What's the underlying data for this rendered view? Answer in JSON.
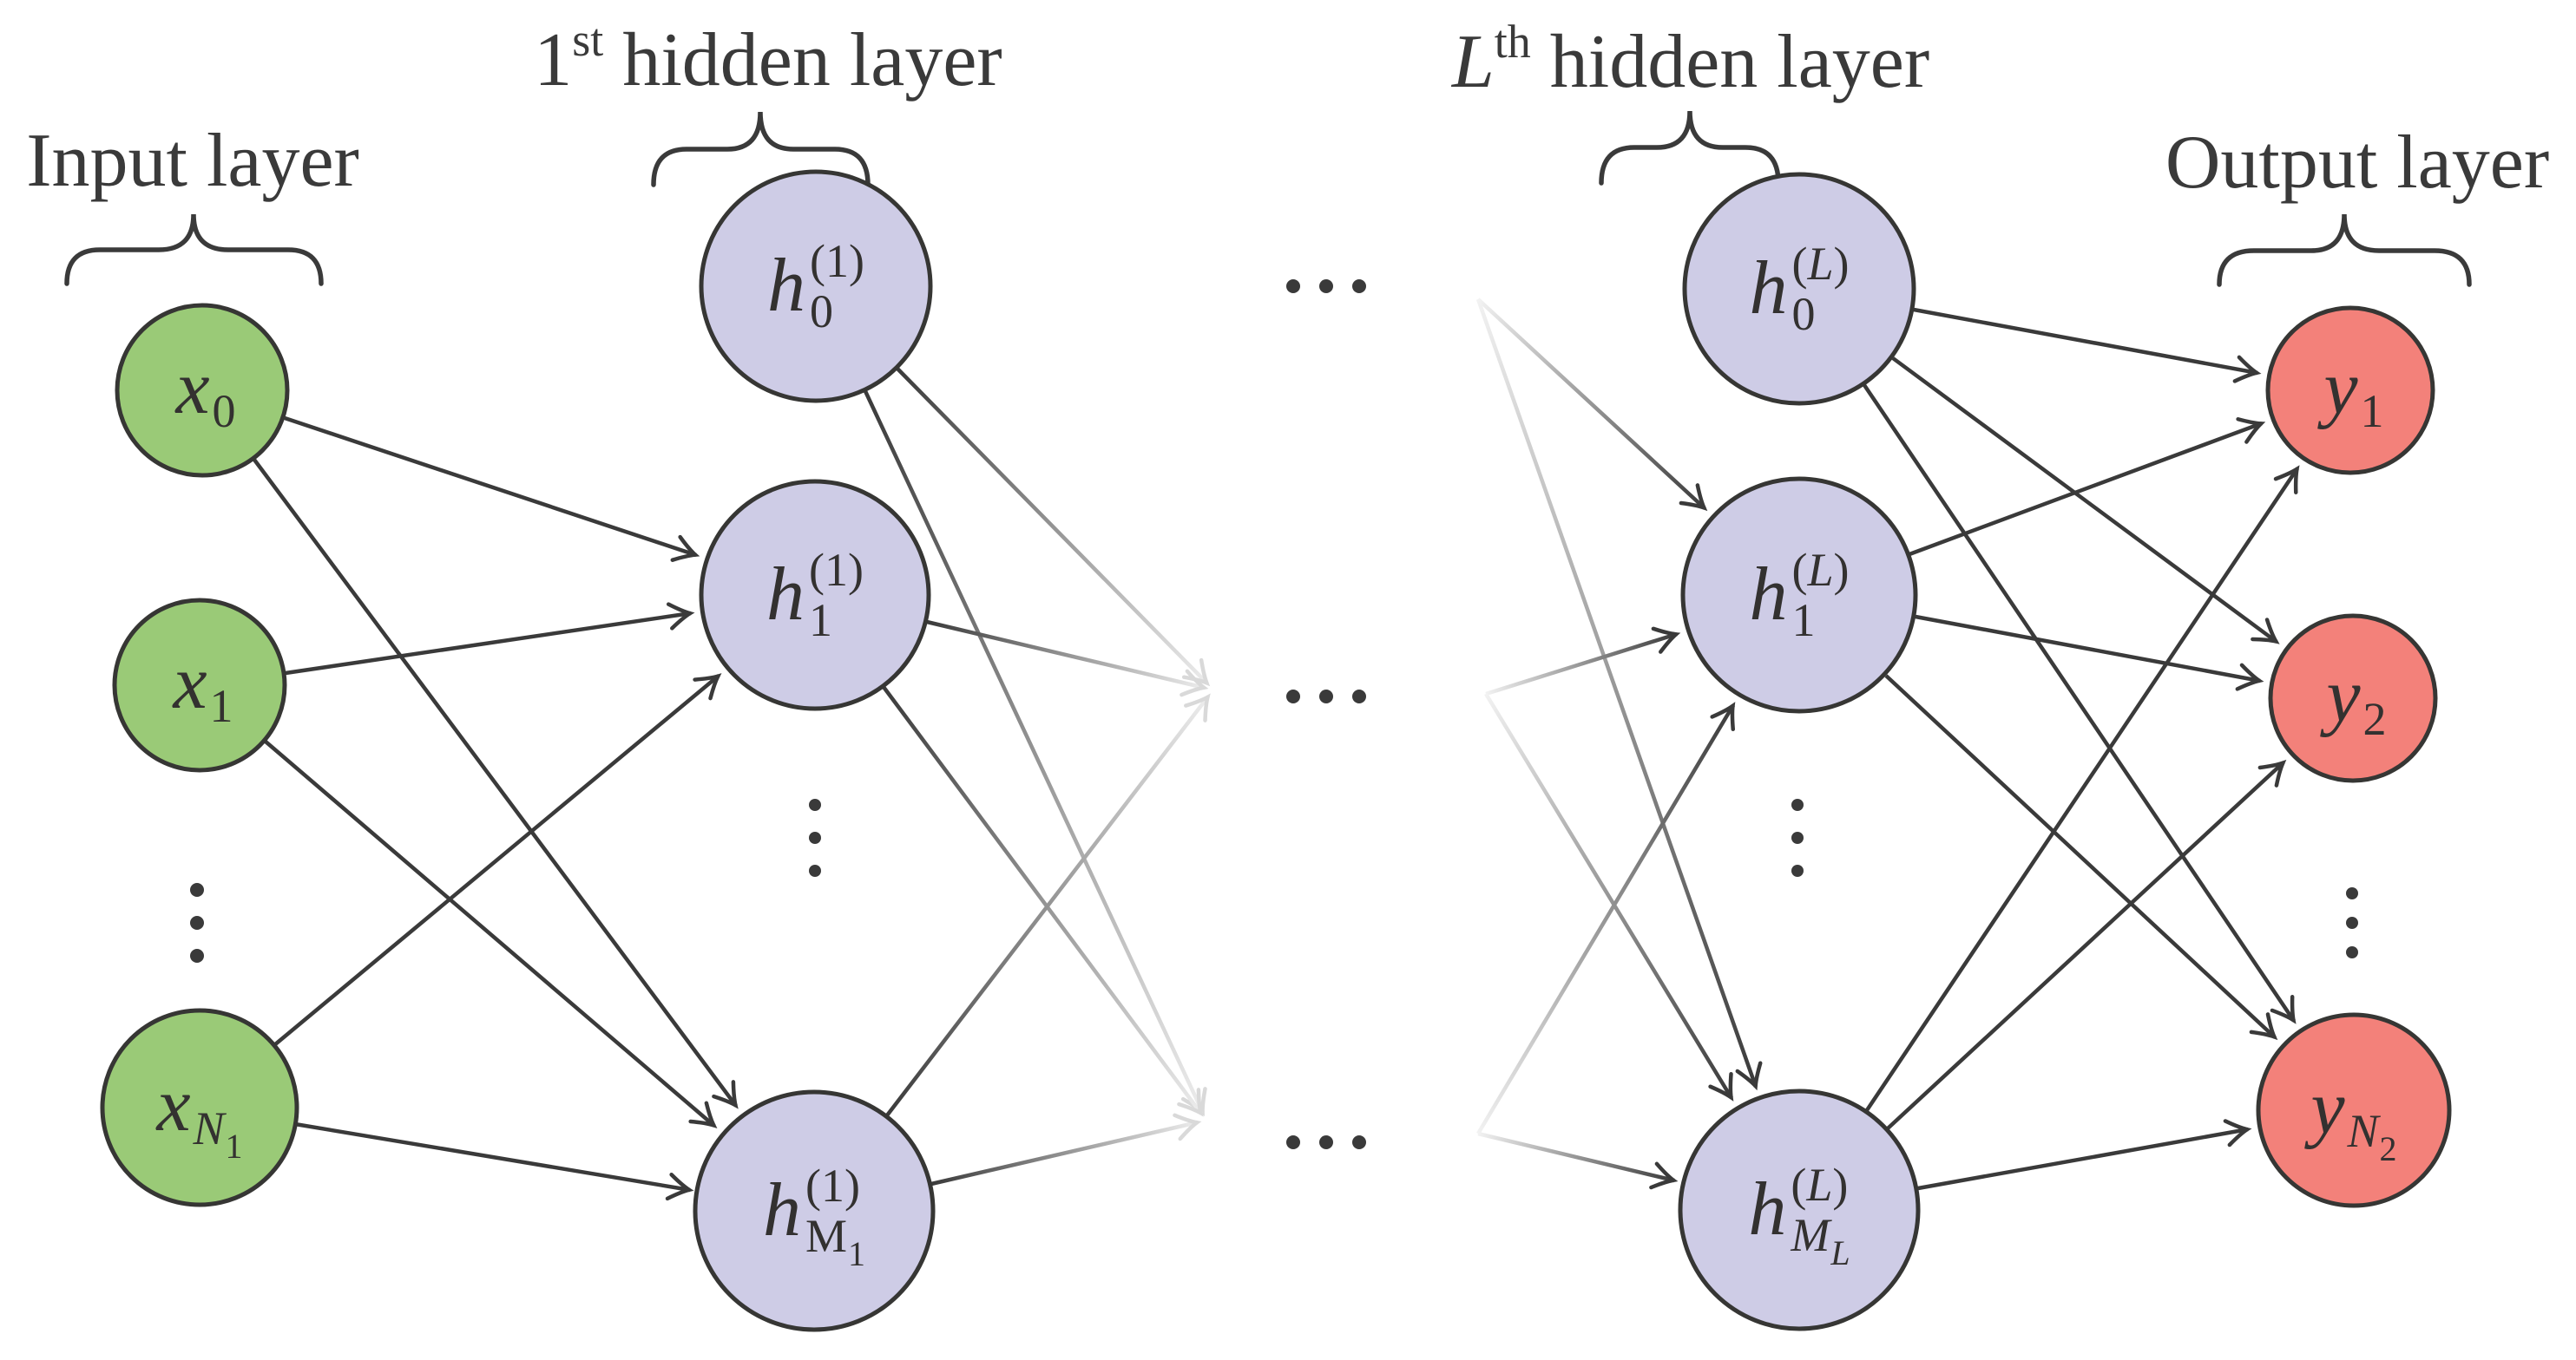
{
  "layers": {
    "input": {
      "title": "Input layer",
      "color": "#9aca77",
      "nodes": [
        {
          "base": "x",
          "sub": "0"
        },
        {
          "base": "x",
          "sub": "1"
        },
        {
          "base": "x",
          "sub": "N",
          "subsub": "1"
        }
      ]
    },
    "hidden1": {
      "title_pre": "1",
      "title_sup": "st",
      "title_rest": " hidden layer",
      "color": "#cecce6",
      "nodes": [
        {
          "base": "h",
          "sup": "(1)",
          "sub": "0"
        },
        {
          "base": "h",
          "sup": "(1)",
          "sub": "1"
        },
        {
          "base": "h",
          "sup": "(1)",
          "sub": "M",
          "subsub": "1"
        }
      ]
    },
    "hiddenL": {
      "title_pre": "L",
      "title_sup": "th",
      "title_rest": " hidden layer",
      "color": "#cecce6",
      "nodes": [
        {
          "base": "h",
          "sup_open": "(",
          "sup_letter": "L",
          "sup_close": ")",
          "sub": "0"
        },
        {
          "base": "h",
          "sup_open": "(",
          "sup_letter": "L",
          "sup_close": ")",
          "sub": "1"
        },
        {
          "base": "h",
          "sup_open": "(",
          "sup_letter": "L",
          "sup_close": ")",
          "sub": "M",
          "subsub": "L"
        }
      ]
    },
    "output": {
      "title": "Output layer",
      "color": "#f3817a",
      "nodes": [
        {
          "base": "y",
          "sub": "1"
        },
        {
          "base": "y",
          "sub": "2"
        },
        {
          "base": "y",
          "sub": "N",
          "subsub": "2"
        }
      ]
    }
  },
  "separators": {
    "between_layers": "···",
    "within_layers": "⋮"
  },
  "colors": {
    "node_stroke": "#363634",
    "edge": "#3a3a3a",
    "edge_faded_end": "#ededed",
    "arrow_faded": "#d9d9d9",
    "text": "#3a3a3a",
    "background": "#ffffff"
  }
}
